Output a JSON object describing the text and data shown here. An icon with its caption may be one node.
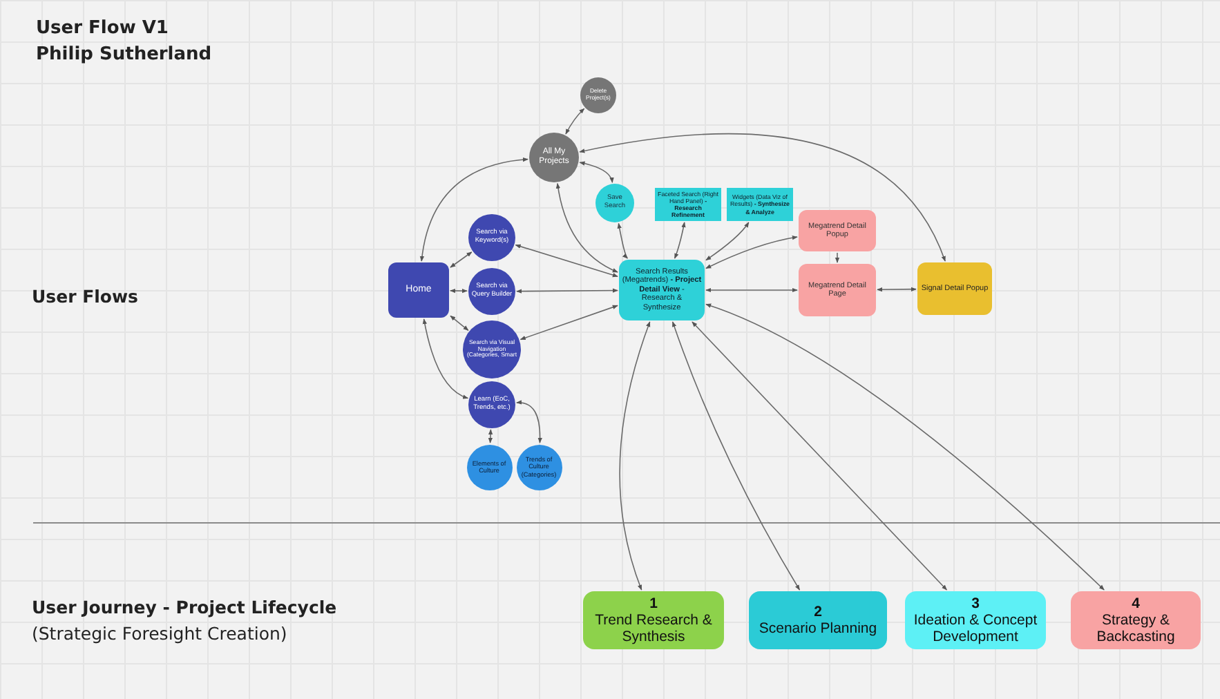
{
  "diagram": {
    "title": "User Flow  V1",
    "nodes": [
      {
        "text": [
          "Delete Project(s)"
        ]
      },
      {
        "text": [
          "All My Projects"
        ]
      },
      {
        "text": [
          "Save Search"
        ]
      },
      {
        "text": [
          "Faceted Search (Right Hand Panel) **- Research Refinement**"
        ]
      },
      {
        "text": [
          "Widgets (Data Viz of Results) **- Synthesize & Analyze**"
        ]
      },
      {
        "text": [
          "Megatrend Detail Popup"
        ]
      },
      {
        "text": [
          "Home"
        ]
      },
      {
        "text": [
          "Search via Keyword(s)"
        ]
      },
      {
        "text": [
          "Search via Query Builder"
        ]
      },
      {
        "text": [
          "Search Results (Megatrends) **- Project Detail View** - Research & Synthesize"
        ]
      },
      {
        "text": [
          "Megatrend Detail Page"
        ]
      },
      {
        "text": [
          "Signal Detail Popup"
        ]
      },
      {
        "text": [
          "Search via Visual Navigation (Categories, Smart"
        ]
      },
      {
        "text": [
          "Learn (EoC, Trends, etc.)"
        ]
      },
      {
        "text": [
          "Elements of Culture"
        ]
      },
      {
        "text": [
          "Trends of Culture (Categories)"
        ]
      },
      {
        "text": [
          "1",
          "Trend Research & Synthesis"
        ]
      },
      {
        "text": [
          "2",
          "Scenario Planning"
        ]
      },
      {
        "text": [
          "3",
          "Ideation & Concept Development"
        ]
      },
      {
        "text": [
          "4",
          "Strategy & Backcasting"
        ]
      }
    ],
    "edges": [
      {
        "from": 1,
        "to": 0,
        "arrow": "both"
      },
      {
        "from": 6,
        "to": 1,
        "arrow": "both"
      },
      {
        "from": 1,
        "to": 2,
        "arrow": "both"
      },
      {
        "from": 1,
        "to": 9,
        "arrow": "both"
      },
      {
        "from": 1,
        "to": 11,
        "arrow": "both"
      },
      {
        "from": 6,
        "to": 7,
        "arrow": "both"
      },
      {
        "from": 6,
        "to": 8,
        "arrow": "both"
      },
      {
        "from": 6,
        "to": 12,
        "arrow": "both"
      },
      {
        "from": 6,
        "to": 13,
        "arrow": "both"
      },
      {
        "from": 7,
        "to": 9,
        "arrow": "both"
      },
      {
        "from": 8,
        "to": 9,
        "arrow": "both"
      },
      {
        "from": 12,
        "to": 9,
        "arrow": "both"
      },
      {
        "from": 2,
        "to": 9,
        "arrow": "both"
      },
      {
        "from": 3,
        "to": 9,
        "arrow": "both"
      },
      {
        "from": 4,
        "to": 9,
        "arrow": "both"
      },
      {
        "from": 9,
        "to": 5,
        "arrow": "both"
      },
      {
        "from": 9,
        "to": 10,
        "arrow": "both"
      },
      {
        "from": 5,
        "to": 10,
        "arrow": "to"
      },
      {
        "from": 10,
        "to": 11,
        "arrow": "both"
      },
      {
        "from": 13,
        "to": 14,
        "arrow": "both"
      },
      {
        "from": 13,
        "to": 15,
        "arrow": "both"
      },
      {
        "from": 9,
        "to": 16,
        "arrow": "both"
      },
      {
        "from": 9,
        "to": 17,
        "arrow": "both"
      },
      {
        "from": 9,
        "to": 18,
        "arrow": "both"
      },
      {
        "from": 9,
        "to": 19,
        "arrow": "both"
      }
    ],
    "labels": [
      "Philip Sutherland",
      "User Flows",
      "User Journey - Project Lifecycle",
      "(Strategic Foresight Creation)"
    ]
  }
}
